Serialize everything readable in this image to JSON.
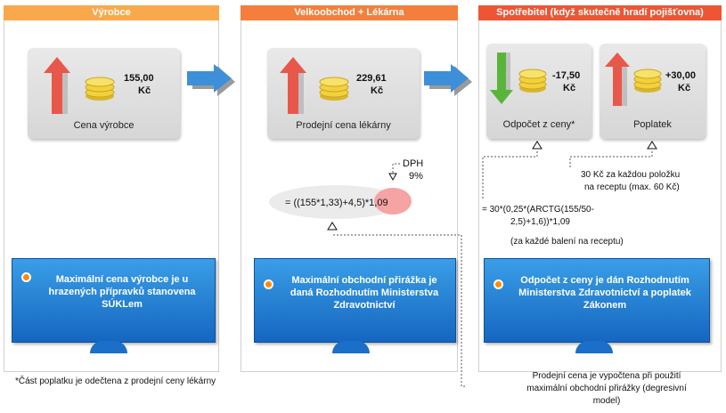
{
  "columns": [
    {
      "header": "Výrobce",
      "header_color": "#f9a94b",
      "card": {
        "amount": "155,00",
        "currency": "Kč",
        "label": "Cena výrobce",
        "arrow": "up"
      },
      "info": "Maximální cena výrobce je u hrazených přípravků stanovena SÚKLem"
    },
    {
      "header": "Velkoobchod + Lékárna",
      "header_color": "#f47f3c",
      "card": {
        "amount": "229,61",
        "currency": "Kč",
        "label": "Prodejní cena lékárny",
        "arrow": "up"
      },
      "info": "Maximální obchodní přirážka je daná Rozhodnutím Ministerstva Zdravotnictví",
      "formula": "= ((155*1,33)+4,5)*1,09",
      "dph_label": "DPH",
      "dph_value": "9%"
    },
    {
      "header": "Spotřebitel (když skutečně hradí pojišťovna)",
      "header_color": "#ee5535",
      "cards": [
        {
          "amount": "-17,50",
          "currency": "Kč",
          "label": "Odpočet z ceny*",
          "arrow": "down"
        },
        {
          "amount": "+30,00",
          "currency": "Kč",
          "label": "Poplatek",
          "arrow": "up"
        }
      ],
      "info": "Odpočet z ceny je dán Rozhodnutím Ministerstva Zdravotnictví a poplatek Zákonem",
      "formula_lines": [
        "= 30*(0,25*(ARCTG(155/50-",
        "2,5)+1,6))*1,09"
      ],
      "formula_note": "(za každé balení na receptu)",
      "fee_note_lines": [
        "30 Kč za každou položku",
        "na receptu (max. 60 Kč)"
      ]
    }
  ],
  "footnote": "*Část poplatku je odečtena z prodejní ceny lékárny",
  "bottom_note_lines": [
    "Prodejní cena je vypočtena při použití",
    "maximální obchodní přirážky (degresivní",
    "model)"
  ],
  "colors": {
    "arrow_blue": "#3d8fd8",
    "arrow_up": "#e8584a",
    "arrow_down": "#59b53a",
    "coin": "#f2d13c",
    "info_box": "#1c6fc9"
  }
}
